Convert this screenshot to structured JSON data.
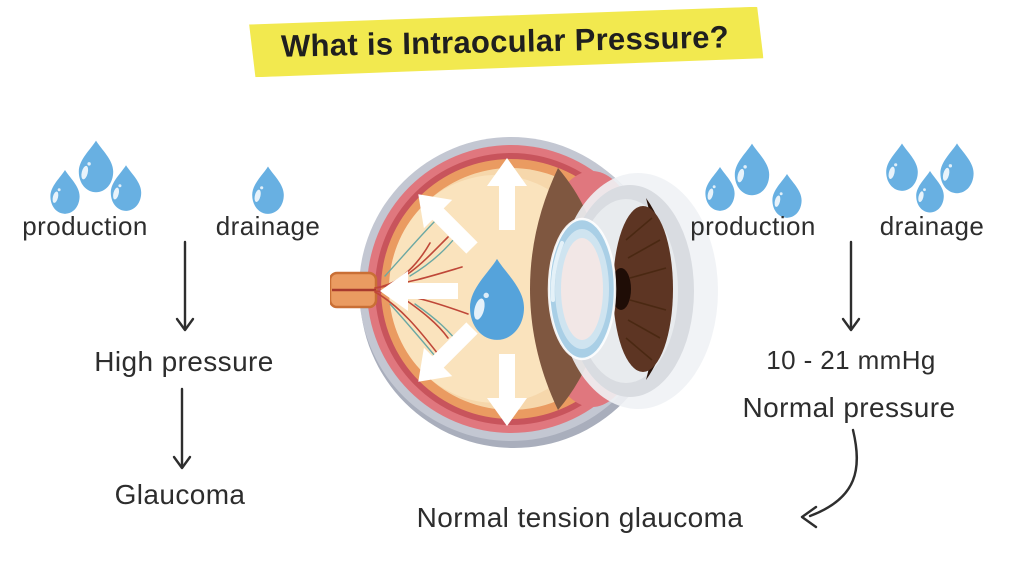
{
  "title": {
    "text": "What is Intraocular Pressure?",
    "highlight_color": "#f2e94f"
  },
  "high_pressure_side": {
    "production_label": "production",
    "drainage_label": "drainage",
    "production_drop_count": 3,
    "drainage_drop_count": 1,
    "pressure_result": "High pressure",
    "disease_result": "Glaucoma"
  },
  "normal_pressure_side": {
    "production_label": "production",
    "drainage_label": "drainage",
    "production_drop_count": 3,
    "drainage_drop_count": 3,
    "pressure_range": "10 - 21 mmHg",
    "pressure_result": "Normal pressure",
    "annotation": "Normal tension glaucoma"
  },
  "icons": {
    "drop": "water-drop-icon",
    "down_arrow": "down-arrow-icon",
    "curved_arrow": "curved-arrow-icon",
    "pressure_arrows": "outward-pressure-arrows-icon",
    "eye": "eye-cross-section-illustration"
  },
  "palette": {
    "text_dark": "#2d2d2d",
    "drop_blue": "#68b0e2",
    "center_drop_blue": "#55a3db",
    "highlight_yellow": "#f2e94f",
    "eye_sclera_gray": "#c3c7d2",
    "eye_choroid_pink": "#e0777e",
    "eye_orange": "#ea9b61",
    "eye_vitreous_cream": "#f6d7ab",
    "iris_brown": "#5d3523"
  }
}
